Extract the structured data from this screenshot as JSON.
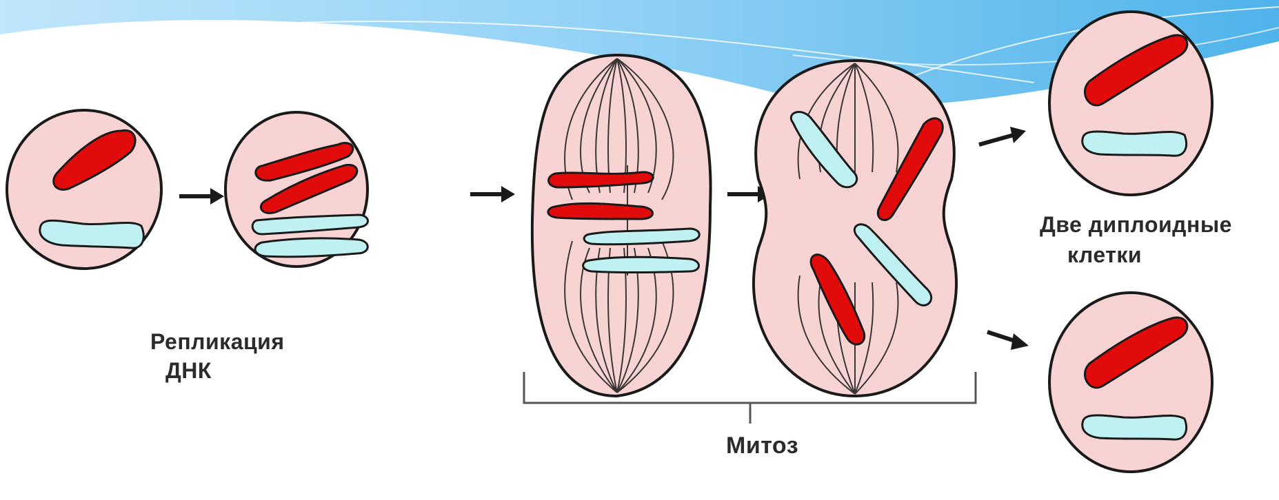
{
  "labels": {
    "dna_replication_line1": "Репликация",
    "dna_replication_line2": "ДНК",
    "mitosis": "Митоз",
    "diploid_line1": "Две диплоидные",
    "diploid_line2": "клетки"
  },
  "colors": {
    "cell_fill": "#f7d3d3",
    "cell_outline": "#1a1a1a",
    "chromosome_red": "#e10b0b",
    "chromosome_blue": "#bff1f3",
    "banner_light": "#a9dcf7",
    "banner_dark": "#55b6ea"
  }
}
